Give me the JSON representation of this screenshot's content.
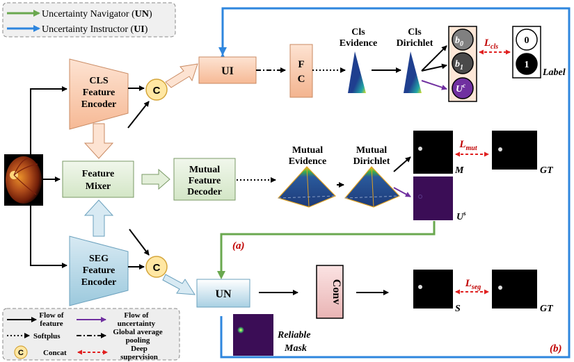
{
  "legend_top": {
    "navigator_text": "Uncertainty Navigator (",
    "navigator_abbr": "UN",
    "navigator_close": ")",
    "instructor_text": "Uncertainty Instructor (",
    "instructor_abbr": "UI",
    "instructor_close": ")",
    "navigator_color": "#6aa84f",
    "instructor_color": "#2e86de"
  },
  "encoders": {
    "cls_line1": "CLS",
    "cls_line2": "Feature",
    "cls_line3": "Encoder",
    "seg_line1": "SEG",
    "seg_line2": "Feature",
    "seg_line3": "Encoder"
  },
  "concat_symbol": "C",
  "feature_mixer": {
    "line1": "Feature",
    "line2": "Mixer"
  },
  "mutual_decoder": {
    "line1": "Mutual",
    "line2": "Feature",
    "line3": "Decoder"
  },
  "ui_label": "UI",
  "un_label": "UN",
  "fc": {
    "line1": "F",
    "line2": "C"
  },
  "conv_label": "Conv",
  "cls_evidence": {
    "line1": "Cls",
    "line2": "Evidence"
  },
  "cls_dirichlet": {
    "line1": "Cls",
    "line2": "Dirichlet"
  },
  "mutual_evidence": {
    "line1": "Mutual",
    "line2": "Evidence"
  },
  "mutual_dirichlet": {
    "line1": "Mutual",
    "line2": "Dirichlet"
  },
  "beliefs": {
    "b0": "b",
    "b0_sub": "0",
    "b1": "b",
    "b1_sub": "1",
    "uc": "U",
    "uc_sup": "c"
  },
  "label_box": {
    "zero": "0",
    "one": "1",
    "caption": "Label"
  },
  "losses": {
    "cls": "L",
    "cls_sub": "cls",
    "mut": "L",
    "mut_sub": "mut",
    "seg": "L",
    "seg_sub": "seg"
  },
  "maps": {
    "m": "M",
    "gt": "GT",
    "us": "U",
    "us_sup": "s",
    "s": "S",
    "reliable_line1": "Reliable",
    "reliable_line2": "Mask"
  },
  "panel_labels": {
    "a": "(a)",
    "b": "(b)"
  },
  "legend_bottom": {
    "flow_feature_1": "Flow of",
    "flow_feature_2": "feature",
    "flow_uncertainty_1": "Flow of",
    "flow_uncertainty_2": "uncertainty",
    "softplus": "Softplus",
    "gap_1": "Global average",
    "gap_2": "pooling",
    "concat": "Concat",
    "deep_1": "Deep",
    "deep_2": "supervision"
  },
  "colors": {
    "cls_orange": "#f9d0b5",
    "seg_blue": "#bfdbe8",
    "mixer_green": "#e3efd9",
    "concat_yellow": "#ffe7a3",
    "uncertainty_purple": "#7030a0",
    "deep_red": "#e02020",
    "map_purple": "#3b0d56",
    "label_red": "#c00000"
  }
}
